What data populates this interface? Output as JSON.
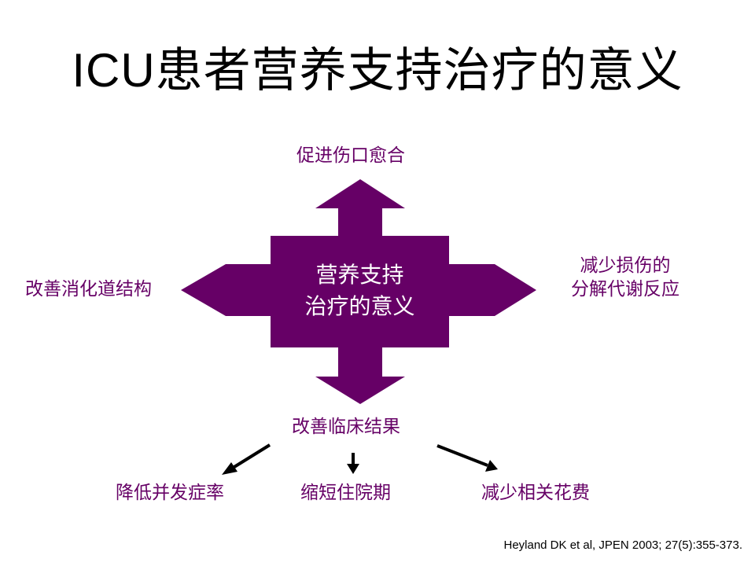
{
  "title": "ICU患者营养支持治疗的意义",
  "center": {
    "line1": "营养支持",
    "line2": "治疗的意义"
  },
  "directions": {
    "up": "促进伤口愈合",
    "left": "改善消化道结构",
    "right_line1": "减少损伤的",
    "right_line2": "分解代谢反应",
    "down": "改善临床结果"
  },
  "outcomes": {
    "left": "降低并发症率",
    "middle": "缩短住院期",
    "right": "减少相关花费"
  },
  "citation": "Heyland DK et al, JPEN 2003; 27(5):355-373.",
  "colors": {
    "accent": "#660066",
    "arrow_black": "#000000",
    "center_text": "#ffffff"
  }
}
